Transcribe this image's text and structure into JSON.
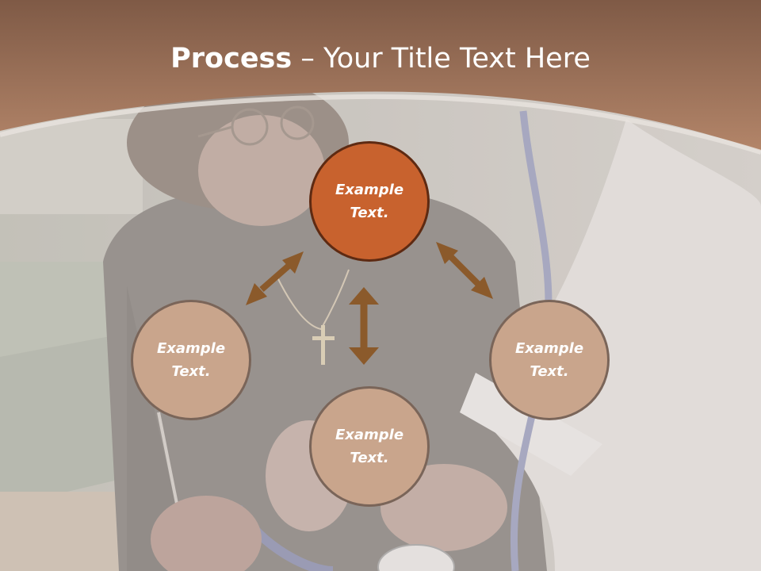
{
  "title": {
    "bold": "Process",
    "rest": " – Your Title Text Here"
  },
  "nodes": {
    "top": "Example Text.",
    "left": "Example Text.",
    "right": "Example Text.",
    "bottom": "Example Text."
  },
  "colors": {
    "header_band": "#9e7158",
    "main_node": "#c8622e",
    "sub_node": "#c9a58c",
    "arrow": "#8b5a2b"
  }
}
